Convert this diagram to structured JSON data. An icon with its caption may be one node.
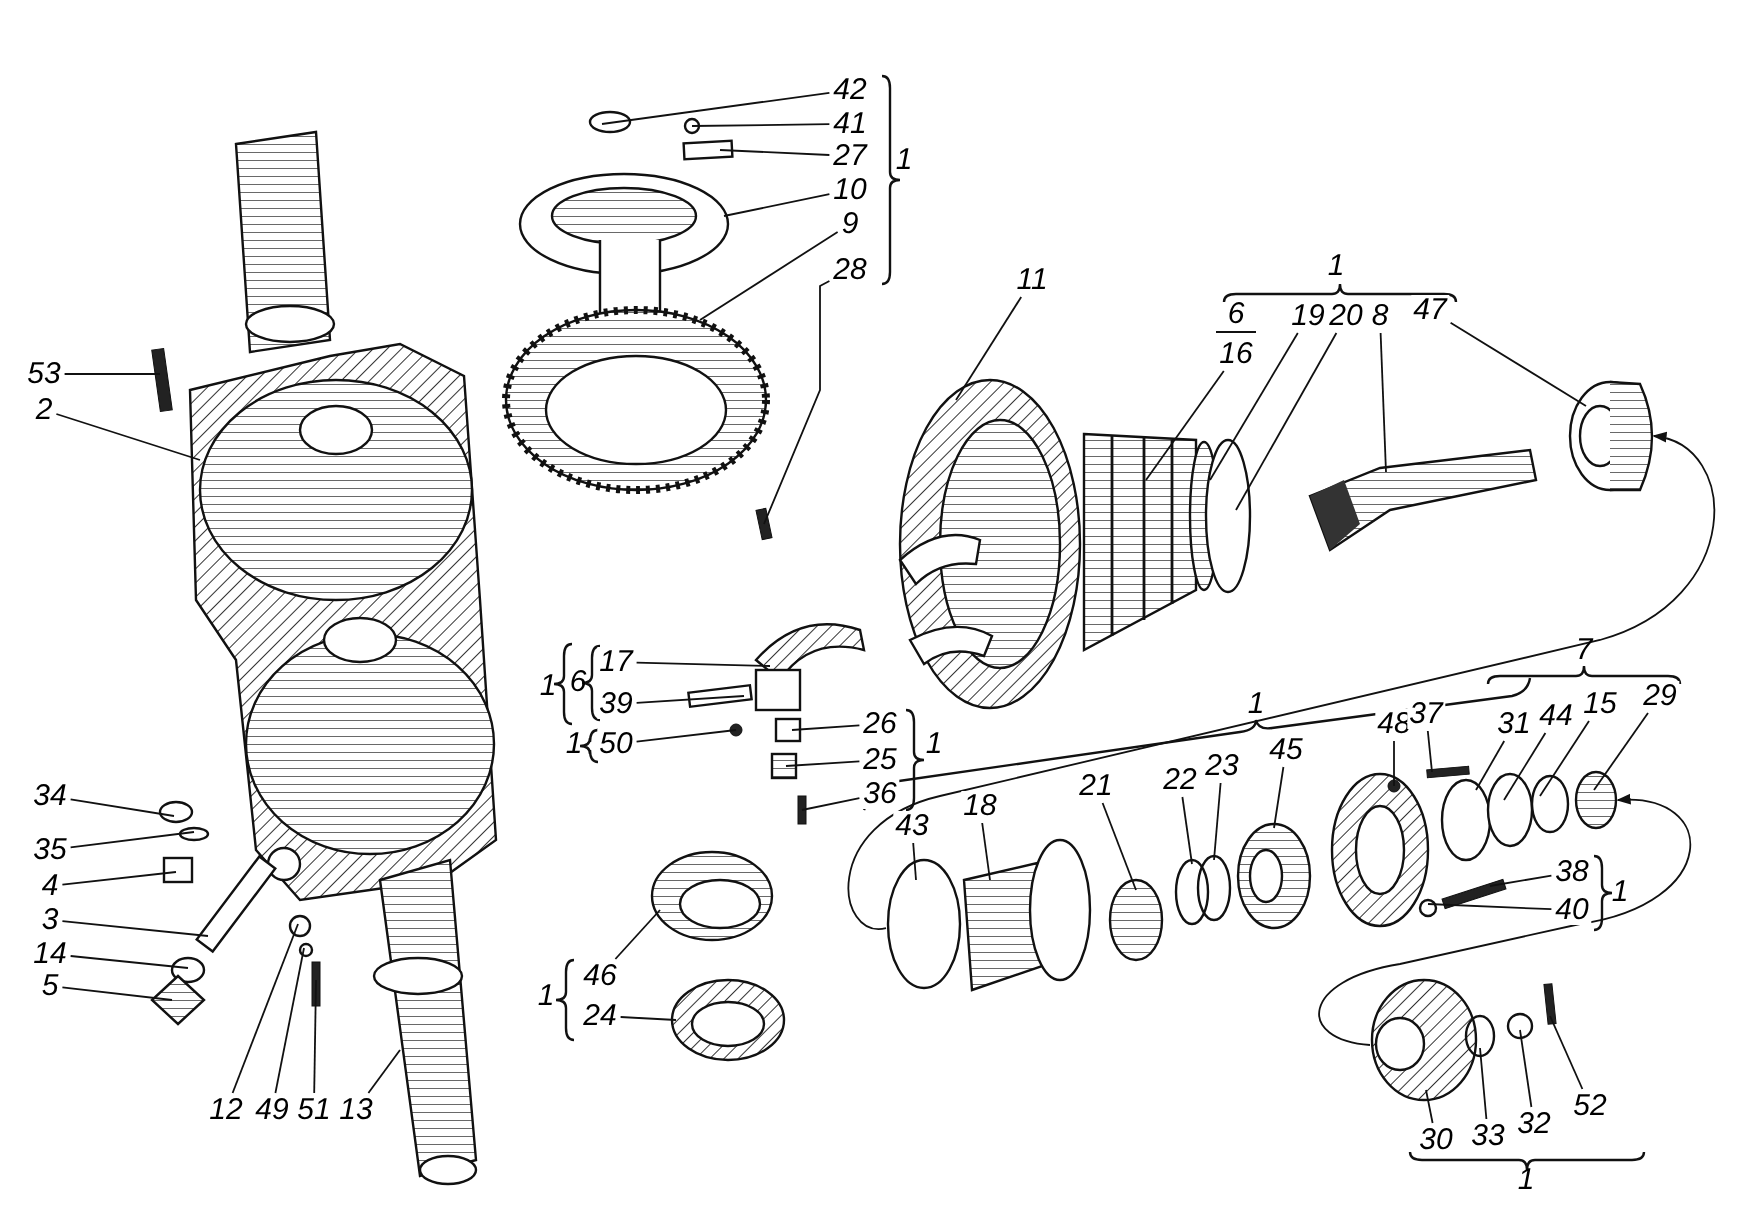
{
  "diagram": {
    "nodes": [
      {
        "text": [
          "42"
        ]
      },
      {
        "text": [
          "41"
        ]
      },
      {
        "text": [
          "27"
        ]
      },
      {
        "text": [
          "10"
        ]
      },
      {
        "text": [
          "9"
        ]
      },
      {
        "text": [
          "28"
        ]
      },
      {
        "text": [
          "53"
        ]
      },
      {
        "text": [
          "2"
        ]
      },
      {
        "text": [
          "11"
        ]
      },
      {
        "text": [
          "16"
        ]
      },
      {
        "text": [
          "19"
        ]
      },
      {
        "text": [
          "20"
        ]
      },
      {
        "text": [
          "8"
        ]
      },
      {
        "text": [
          "47"
        ]
      },
      {
        "text": [
          "17"
        ]
      },
      {
        "text": [
          "39"
        ]
      },
      {
        "text": [
          "50"
        ]
      },
      {
        "text": [
          "26"
        ]
      },
      {
        "text": [
          "25"
        ]
      },
      {
        "text": [
          "36"
        ]
      },
      {
        "text": [
          "34"
        ]
      },
      {
        "text": [
          "35"
        ]
      },
      {
        "text": [
          "4"
        ]
      },
      {
        "text": [
          "48"
        ]
      },
      {
        "text": [
          "37"
        ]
      },
      {
        "text": [
          "31"
        ]
      },
      {
        "text": [
          "44"
        ]
      },
      {
        "text": [
          "15"
        ]
      },
      {
        "text": [
          "29"
        ]
      },
      {
        "text": [
          "3"
        ]
      },
      {
        "text": [
          "14"
        ]
      },
      {
        "text": [
          "5"
        ]
      },
      {
        "text": [
          "43"
        ]
      },
      {
        "text": [
          "18"
        ]
      },
      {
        "text": [
          "21"
        ]
      },
      {
        "text": [
          "22"
        ]
      },
      {
        "text": [
          "23"
        ]
      },
      {
        "text": [
          "45"
        ]
      },
      {
        "text": [
          "38"
        ]
      },
      {
        "text": [
          "40"
        ]
      },
      {
        "text": [
          "46"
        ]
      },
      {
        "text": [
          "24"
        ]
      },
      {
        "text": [
          "12"
        ]
      },
      {
        "text": [
          "49"
        ]
      },
      {
        "text": [
          "51"
        ]
      },
      {
        "text": [
          "13"
        ]
      },
      {
        "text": [
          "52"
        ]
      },
      {
        "text": [
          "30"
        ]
      },
      {
        "text": [
          "33"
        ]
      },
      {
        "text": [
          "32"
        ]
      },
      {
        "text": [],
        "shape": "circle"
      },
      {
        "text": [],
        "shape": "circle"
      },
      {
        "text": [],
        "shape": "box"
      },
      {
        "text": [],
        "shape": "picture"
      },
      {
        "text": [],
        "shape": "picture"
      },
      {
        "text": [],
        "shape": "bar"
      },
      {
        "text": [],
        "shape": "bar"
      },
      {
        "text": [],
        "shape": "picture"
      },
      {
        "text": [],
        "shape": "picture"
      },
      {
        "text": [],
        "shape": "picture"
      },
      {
        "text": [],
        "shape": "circle"
      },
      {
        "text": [],
        "shape": "circle"
      },
      {
        "text": [],
        "shape": "picture"
      },
      {
        "text": [],
        "shape": "picture"
      },
      {
        "text": [],
        "shape": "picture"
      },
      {
        "text": [],
        "shape": "bar"
      },
      {
        "text": [],
        "shape": "circle"
      },
      {
        "text": [],
        "shape": "box"
      },
      {
        "text": [],
        "shape": "box"
      },
      {
        "text": [],
        "shape": "bar"
      },
      {
        "text": [],
        "shape": "circle"
      },
      {
        "text": [],
        "shape": "circle"
      },
      {
        "text": [],
        "shape": "box"
      },
      {
        "text": [],
        "shape": "circle"
      },
      {
        "text": [],
        "shape": "bar"
      },
      {
        "text": [],
        "shape": "circle"
      },
      {
        "text": [],
        "shape": "circle"
      },
      {
        "text": [],
        "shape": "circle"
      },
      {
        "text": [],
        "shape": "circle"
      },
      {
        "text": [],
        "shape": "bar"
      },
      {
        "text": [],
        "shape": "circle"
      },
      {
        "text": [],
        "shape": "diamond"
      },
      {
        "text": [],
        "shape": "circle"
      },
      {
        "text": [],
        "shape": "picture"
      },
      {
        "text": [],
        "shape": "circle"
      },
      {
        "text": [],
        "shape": "circle"
      },
      {
        "text": [],
        "shape": "circle"
      },
      {
        "text": [],
        "shape": "picture"
      },
      {
        "text": [],
        "shape": "bar"
      },
      {
        "text": [],
        "shape": "circle"
      },
      {
        "text": [],
        "shape": "picture"
      },
      {
        "text": [],
        "shape": "picture"
      },
      {
        "text": [],
        "shape": "circle"
      },
      {
        "text": [],
        "shape": "circle"
      },
      {
        "text": [],
        "shape": "bar"
      },
      {
        "text": [],
        "shape": "picture"
      },
      {
        "text": [],
        "shape": "bar"
      },
      {
        "text": [],
        "shape": "picture"
      },
      {
        "text": [],
        "shape": "circle"
      },
      {
        "text": [],
        "shape": "circle"
      }
    ],
    "edges": [
      {
        "from": 0,
        "to": 50,
        "arrow": "none"
      },
      {
        "from": 1,
        "to": 51,
        "arrow": "none"
      },
      {
        "from": 2,
        "to": 52,
        "arrow": "none"
      },
      {
        "from": 3,
        "to": 53,
        "arrow": "none"
      },
      {
        "from": 4,
        "to": 54,
        "arrow": "none"
      },
      {
        "from": 5,
        "to": 55,
        "arrow": "none"
      },
      {
        "from": 6,
        "to": 56,
        "arrow": "none"
      },
      {
        "from": 7,
        "to": 57,
        "arrow": "none"
      },
      {
        "from": 8,
        "to": 58,
        "arrow": "none"
      },
      {
        "from": 9,
        "to": 59,
        "arrow": "none"
      },
      {
        "from": 10,
        "to": 60,
        "arrow": "none"
      },
      {
        "from": 11,
        "to": 61,
        "arrow": "none"
      },
      {
        "from": 12,
        "to": 62,
        "arrow": "none"
      },
      {
        "from": 13,
        "to": 63,
        "arrow": "none"
      },
      {
        "from": 14,
        "to": 64,
        "arrow": "none"
      },
      {
        "from": 15,
        "to": 65,
        "arrow": "none"
      },
      {
        "from": 16,
        "to": 66,
        "arrow": "none"
      },
      {
        "from": 17,
        "to": 67,
        "arrow": "none"
      },
      {
        "from": 18,
        "to": 68,
        "arrow": "none"
      },
      {
        "from": 19,
        "to": 69,
        "arrow": "none"
      },
      {
        "from": 20,
        "to": 70,
        "arrow": "none"
      },
      {
        "from": 21,
        "to": 71,
        "arrow": "none"
      },
      {
        "from": 22,
        "to": 72,
        "arrow": "none"
      },
      {
        "from": 23,
        "to": 73,
        "arrow": "none"
      },
      {
        "from": 24,
        "to": 74,
        "arrow": "none"
      },
      {
        "from": 25,
        "to": 75,
        "arrow": "none"
      },
      {
        "from": 26,
        "to": 76,
        "arrow": "none"
      },
      {
        "from": 27,
        "to": 77,
        "arrow": "none"
      },
      {
        "from": 28,
        "to": 78,
        "arrow": "none"
      },
      {
        "from": 29,
        "to": 79,
        "arrow": "none"
      },
      {
        "from": 30,
        "to": 80,
        "arrow": "none"
      },
      {
        "from": 31,
        "to": 81,
        "arrow": "none"
      },
      {
        "from": 32,
        "to": 82,
        "arrow": "none"
      },
      {
        "from": 33,
        "to": 83,
        "arrow": "none"
      },
      {
        "from": 34,
        "to": 84,
        "arrow": "none"
      },
      {
        "from": 35,
        "to": 85,
        "arrow": "none"
      },
      {
        "from": 36,
        "to": 86,
        "arrow": "none"
      },
      {
        "from": 37,
        "to": 87,
        "arrow": "none"
      },
      {
        "from": 38,
        "to": 88,
        "arrow": "none"
      },
      {
        "from": 39,
        "to": 89,
        "arrow": "none"
      },
      {
        "from": 40,
        "to": 90,
        "arrow": "none"
      },
      {
        "from": 41,
        "to": 91,
        "arrow": "none"
      },
      {
        "from": 42,
        "to": 92,
        "arrow": "none"
      },
      {
        "from": 43,
        "to": 93,
        "arrow": "none"
      },
      {
        "from": 44,
        "to": 94,
        "arrow": "none"
      },
      {
        "from": 45,
        "to": 95,
        "arrow": "none"
      },
      {
        "from": 46,
        "to": 96,
        "arrow": "none"
      },
      {
        "from": 47,
        "to": 97,
        "arrow": "none"
      },
      {
        "from": 48,
        "to": 98,
        "arrow": "none"
      },
      {
        "from": 49,
        "to": 99,
        "arrow": "none"
      },
      {
        "from": 82,
        "to": 63,
        "arrow": "to"
      },
      {
        "from": 97,
        "to": 78,
        "arrow": "to"
      }
    ],
    "labels": [
      "1",
      "1",
      "6",
      "7",
      "1",
      "6",
      "1",
      "1",
      "1",
      "1",
      "1",
      "1"
    ]
  }
}
